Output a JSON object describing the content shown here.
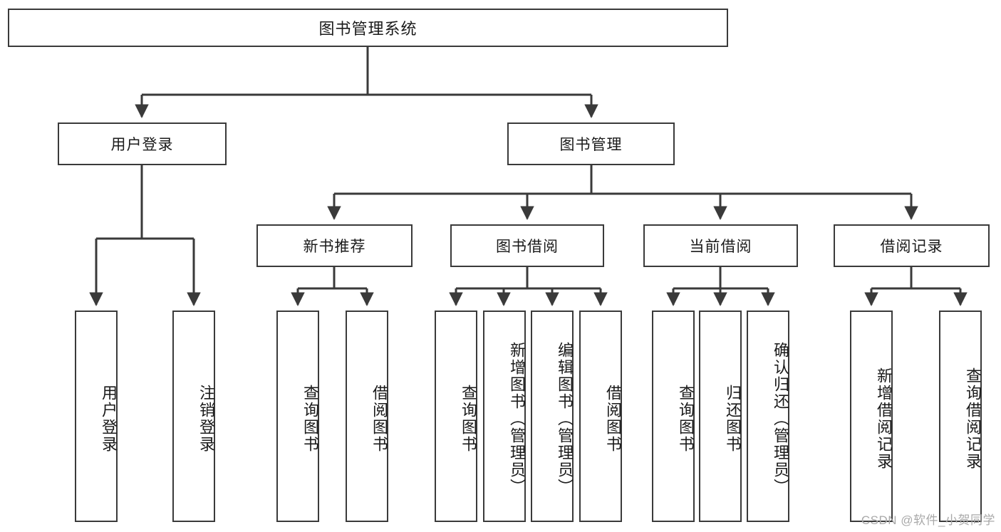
{
  "diagram": {
    "type": "tree",
    "title": "图书管理系统",
    "root": {
      "label": "图书管理系统"
    },
    "level2": [
      {
        "label": "用户登录"
      },
      {
        "label": "图书管理"
      }
    ],
    "level3": [
      {
        "label": "新书推荐"
      },
      {
        "label": "图书借阅"
      },
      {
        "label": "当前借阅"
      },
      {
        "label": "借阅记录"
      }
    ],
    "leaves": {
      "user_login": [
        {
          "label": "用户登录"
        },
        {
          "label": "注销登录"
        }
      ],
      "new_book": [
        {
          "label": "查询图书"
        },
        {
          "label": "借阅图书"
        }
      ],
      "book_borrow": [
        {
          "label": "查询图书"
        },
        {
          "label": "新增图书（管理员）"
        },
        {
          "label": "编辑图书（管理员）"
        },
        {
          "label": "借阅图书"
        }
      ],
      "current_borrow": [
        {
          "label": "查询图书"
        },
        {
          "label": "归还图书"
        },
        {
          "label": "确认归还（管理员）"
        }
      ],
      "borrow_record": [
        {
          "label": "新增借阅记录"
        },
        {
          "label": "查询借阅记录"
        }
      ]
    }
  },
  "watermark": {
    "text": "CSDN @软件_小贺同学"
  },
  "colors": {
    "stroke": "#3a3a3a",
    "fill": "#ffffff",
    "text": "#1a1a1a",
    "watermark": "#a9a9a9"
  }
}
